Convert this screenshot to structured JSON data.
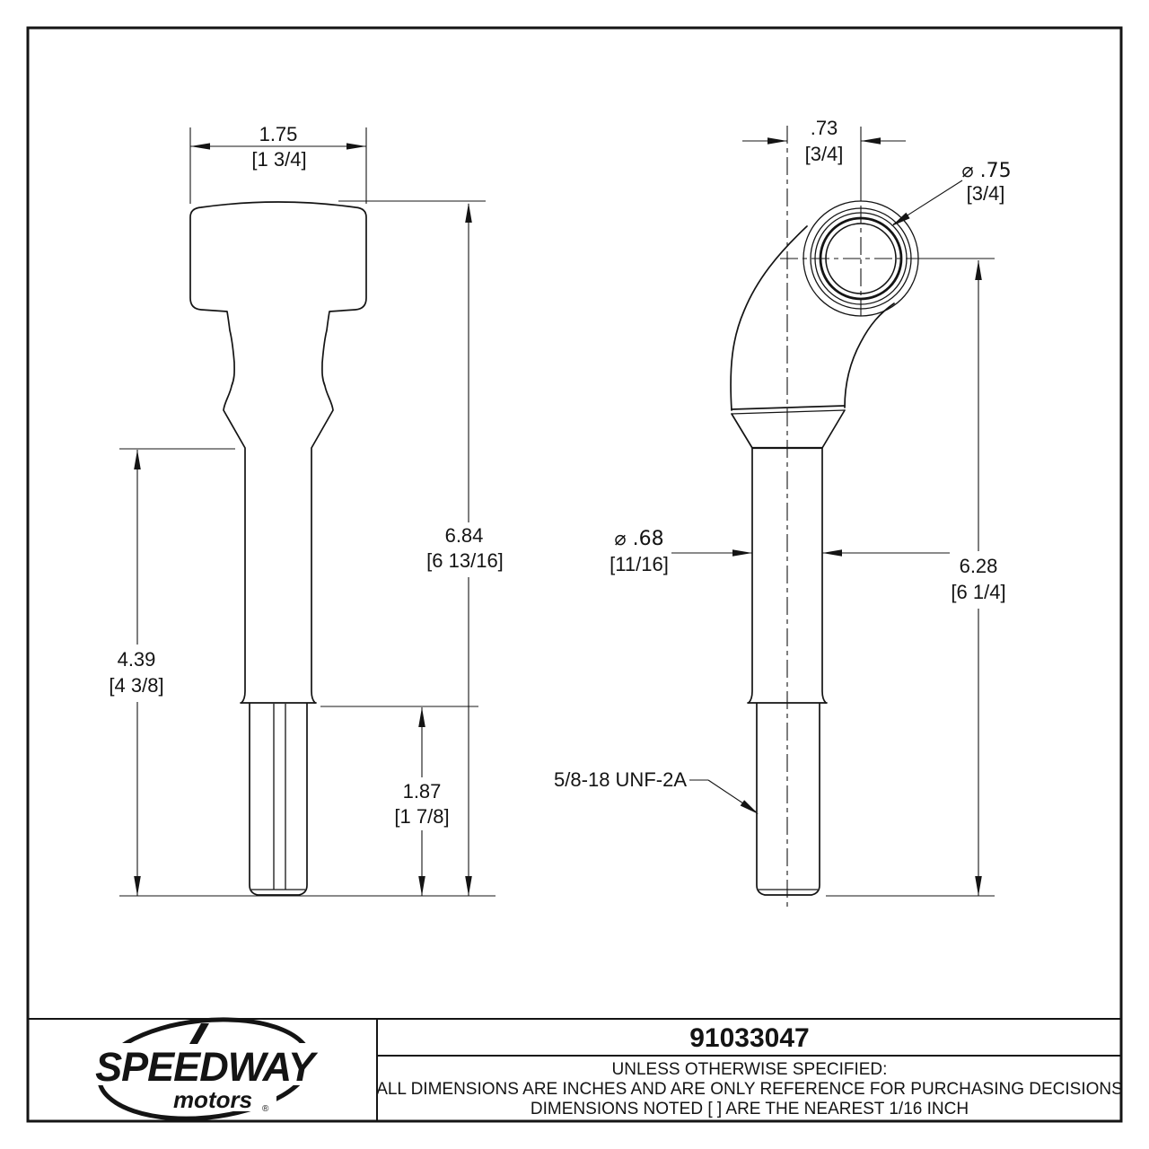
{
  "page": {
    "colors": {
      "ink": "#141414",
      "paper": "#ffffff"
    }
  },
  "dims": {
    "cap_width": {
      "dec": "1.75",
      "frac": "[1 3/4]"
    },
    "overall_height": {
      "dec": "6.84",
      "frac": "[6 13/16]"
    },
    "upper_length": {
      "dec": "4.39",
      "frac": "[4 3/8]"
    },
    "thread_length": {
      "dec": "1.87",
      "frac": "[1 7/8]"
    },
    "eye_offset": {
      "dec": ".73",
      "frac": "[3/4]"
    },
    "bore_diameter": {
      "dec": "⌀ .75",
      "frac": "[3/4]"
    },
    "shaft_diameter": {
      "dec": "⌀ .68",
      "frac": "[11/16]"
    },
    "stud_height": {
      "dec": "6.28",
      "frac": "[6 1/4]"
    },
    "thread_spec": "5/8-18 UNF-2A"
  },
  "title_block": {
    "part_number": "91033047",
    "notes": {
      "line1": "UNLESS OTHERWISE SPECIFIED:",
      "line2": "ALL DIMENSIONS ARE INCHES AND ARE ONLY REFERENCE FOR PURCHASING DECISIONS",
      "line3": "DIMENSIONS NOTED [ ] ARE THE NEAREST 1/16 INCH"
    },
    "logo": {
      "brand": "SPEEDWAY",
      "word": "motors",
      "registered": "®"
    }
  }
}
